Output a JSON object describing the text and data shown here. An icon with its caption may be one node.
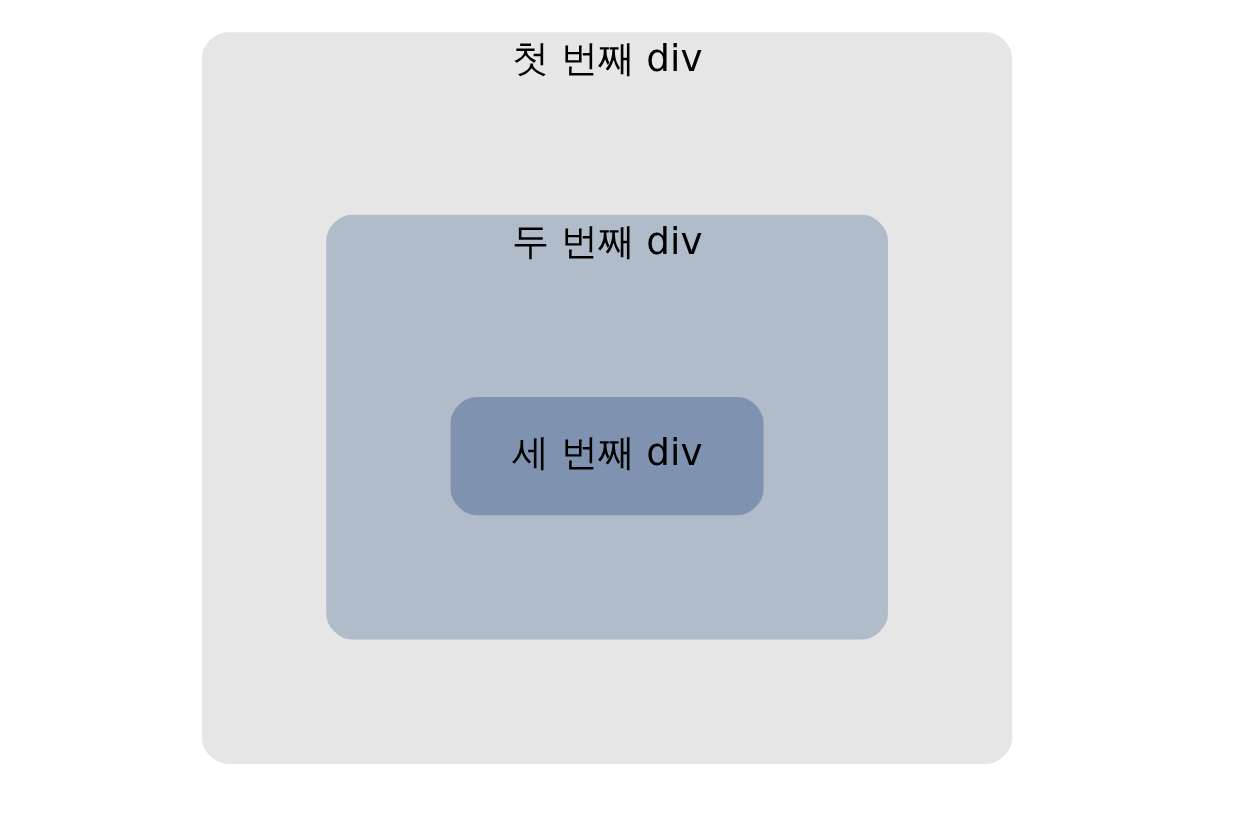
{
  "diagram": {
    "nodes": [
      {
        "text": [
          "첫 번째 div"
        ]
      },
      {
        "text": [
          "두 번째 div"
        ],
        "in": 0
      },
      {
        "text": [
          "세 번째 div"
        ],
        "in": 1
      }
    ]
  }
}
